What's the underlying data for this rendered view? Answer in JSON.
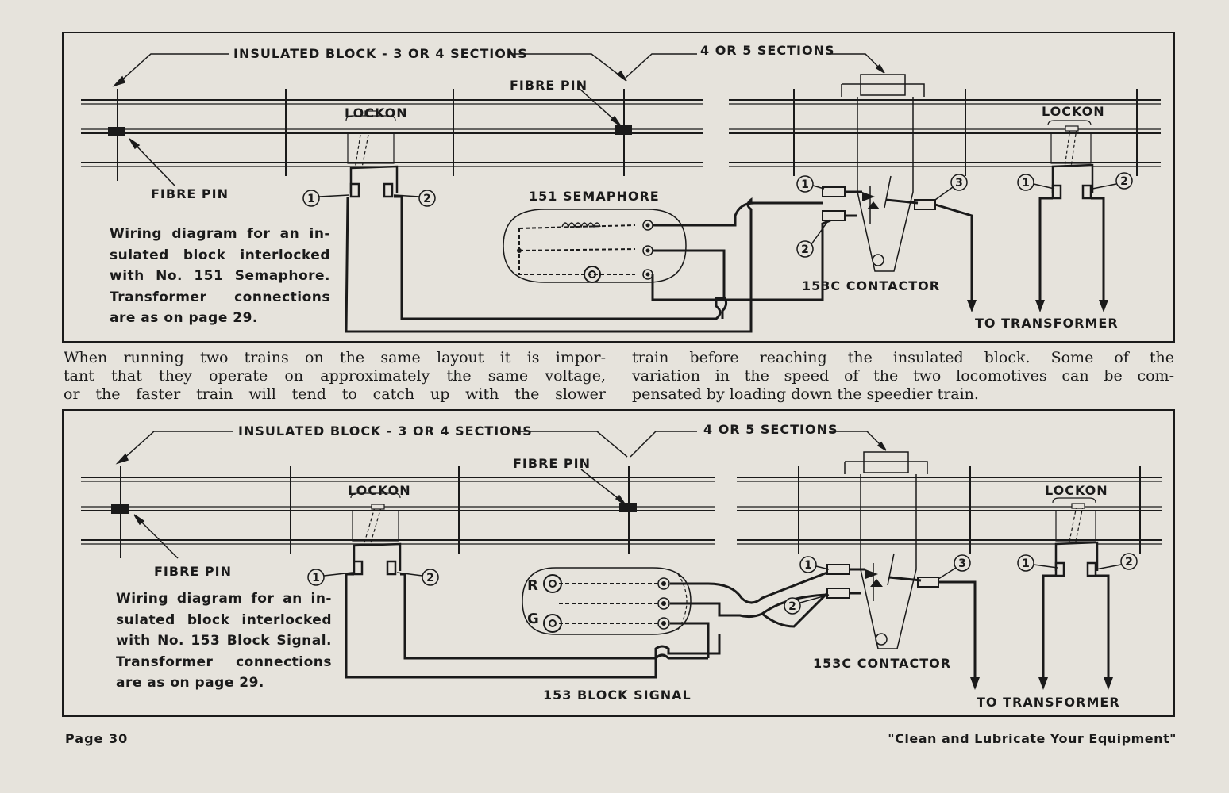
{
  "diagram_top": {
    "insulated_block_label": "INSULATED BLOCK - 3 OR 4 SECTIONS",
    "sections_label": "4 OR 5 SECTIONS",
    "fibre_pin_left": "FIBRE PIN",
    "fibre_pin_mid": "FIBRE PIN",
    "lockon_left": "LOCKON",
    "lockon_right": "LOCKON",
    "device_label": "151 SEMAPHORE",
    "contactor_label": "153C CONTACTOR",
    "to_transformer": "TO TRANSFORMER",
    "terminals": [
      "1",
      "2",
      "1",
      "2",
      "3",
      "1",
      "2"
    ],
    "caption_lines": [
      "Wiring diagram for an in-",
      "sulated block interlocked",
      "with No. 151 Semaphore.",
      "Transformer connections",
      "are as on page 29."
    ]
  },
  "body_text": {
    "left_lines": [
      "When running two trains on the same layout it is impor-",
      "tant that they operate on approximately the same voltage,",
      "or the faster train will tend to catch up with the slower"
    ],
    "right_lines": [
      "train before reaching the insulated block. Some of the",
      "variation in the speed of the two locomotives can be com-",
      "pensated by loading down the speedier train."
    ]
  },
  "diagram_bottom": {
    "insulated_block_label": "INSULATED BLOCK - 3 OR 4 SECTIONS",
    "sections_label": "4 OR 5 SECTIONS",
    "fibre_pin_left": "FIBRE PIN",
    "fibre_pin_mid": "FIBRE PIN",
    "lockon_left": "LOCKON",
    "lockon_right": "LOCKON",
    "device_label": "153 BLOCK SIGNAL",
    "signal_r": "R",
    "signal_g": "G",
    "contactor_label": "153C CONTACTOR",
    "to_transformer": "TO TRANSFORMER",
    "terminals": [
      "1",
      "2",
      "1",
      "2",
      "3",
      "1",
      "2"
    ],
    "caption_lines": [
      "Wiring diagram for an in-",
      "sulated block interlocked",
      "with No. 153 Block Signal.",
      "Transformer connections",
      "are as on page 29."
    ]
  },
  "footer": {
    "page": "Page 30",
    "slogan": "\"Clean and Lubricate Your Equipment\""
  }
}
